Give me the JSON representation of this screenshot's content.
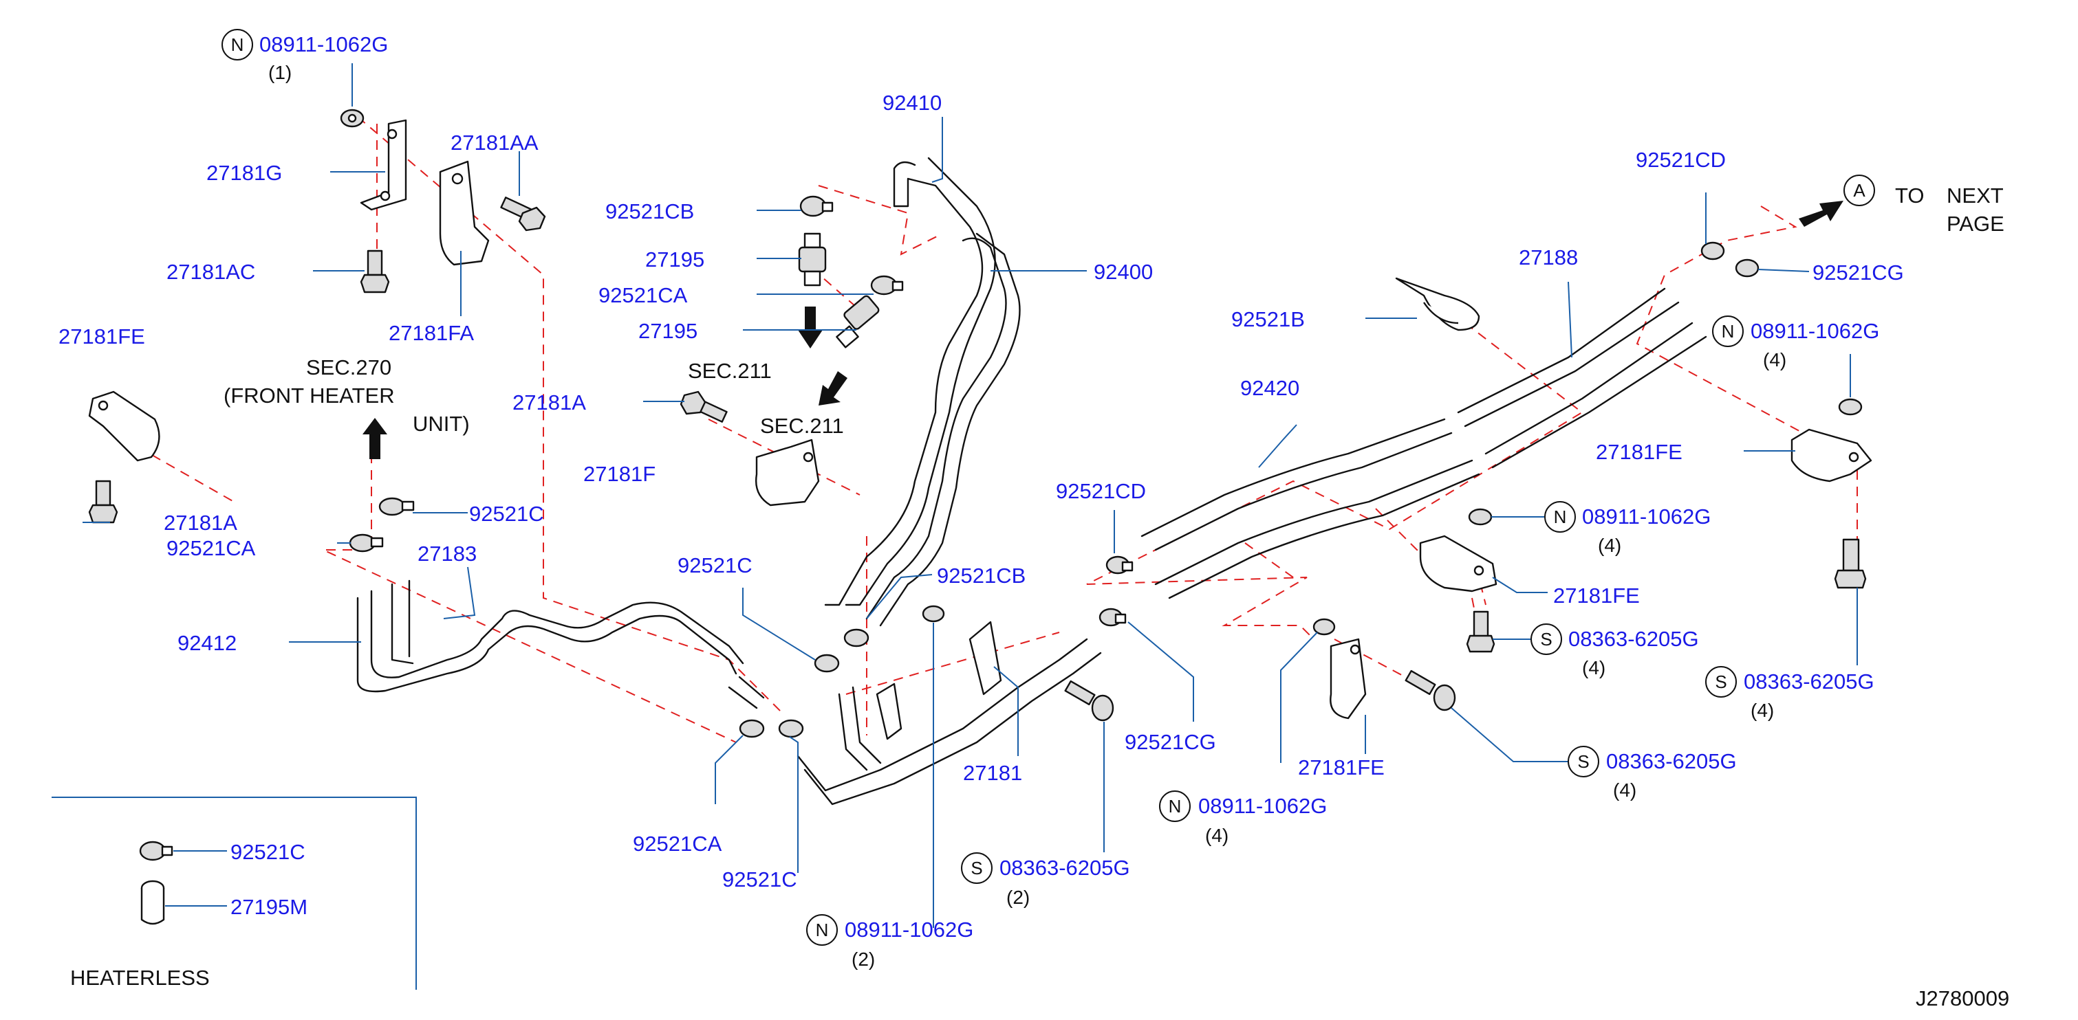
{
  "parts": {
    "p1": "08911-1062G",
    "q1": "(1)",
    "p2": "27181AA",
    "p3": "27181G",
    "p4": "27181AC",
    "p5": "27181FA",
    "p6": "27181FE",
    "p7": "27181A",
    "p8": "92521C",
    "p9": "92521CA",
    "p10": "27183",
    "p11": "92412",
    "p12": "92410",
    "p13": "92521CB",
    "p14": "27195",
    "p15": "92521CA",
    "p16": "27195",
    "p17": "92400",
    "p18": "27181A",
    "p19": "27181F",
    "p20": "92521C",
    "p21": "92521CB",
    "p22": "92521CA",
    "p23": "92521C",
    "p24": "27181",
    "p25": "08363-6205G",
    "q25": "(2)",
    "p26": "08911-1062G",
    "q26": "(2)",
    "p27": "92521CD",
    "p28": "92521CG",
    "p29": "08911-1062G",
    "q29": "(4)",
    "p30": "27181FE",
    "p31": "92420",
    "p32": "92521B",
    "p33": "27188",
    "p34": "92521CD",
    "p35": "92521CG",
    "p36": "08911-1062G",
    "q36": "(4)",
    "p37": "27181FE",
    "p38": "08911-1062G",
    "q38": "(4)",
    "p39": "27181FE",
    "p40": "08363-6205G",
    "q40": "(4)",
    "p41": "08363-6205G",
    "q41": "(4)",
    "p42": "08363-6205G",
    "q42": "(4)",
    "p43": "92521C",
    "p44": "27195M"
  },
  "markers": {
    "n": "N",
    "s": "S",
    "a": "A"
  },
  "notes": {
    "sec270_line1": "SEC.270",
    "sec270_line2": "(FRONT   HEATER",
    "sec270_line3": "UNIT)",
    "sec211_a": "SEC.211",
    "sec211_b": "SEC.211",
    "next_to": "TO",
    "next_next": "NEXT",
    "next_page": "PAGE",
    "heaterless": "HEATERLESS",
    "diagram_code": "J2780009"
  }
}
